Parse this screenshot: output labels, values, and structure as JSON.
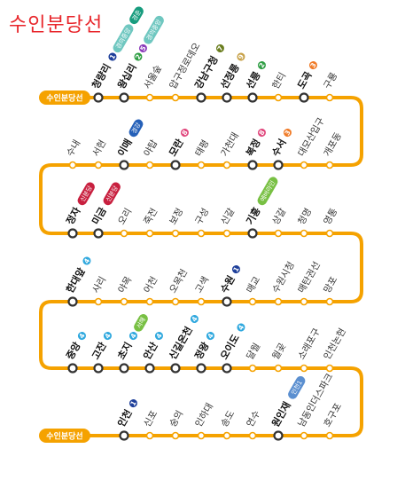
{
  "title": "수인분당선",
  "line_color": "#f5a200",
  "terminals": [
    {
      "label": "수인분당선",
      "row": 0
    },
    {
      "label": "수인분당선",
      "row": 5
    }
  ],
  "rows": [
    [
      {
        "name": "청량리",
        "transfer": true,
        "badges": [
          {
            "t": "1",
            "c": "#1e3f9a"
          }
        ],
        "pills": [
          {
            "t": "경의중앙",
            "c": "#6fc7c0"
          },
          {
            "t": "경춘",
            "c": "#179c7e"
          }
        ]
      },
      {
        "name": "왕십리",
        "transfer": true,
        "badges": [
          {
            "t": "2",
            "c": "#2f9e44"
          },
          {
            "t": "5",
            "c": "#8a3ab9"
          }
        ],
        "pills": [
          {
            "t": "경의중앙",
            "c": "#6fc7c0"
          }
        ]
      },
      {
        "name": "서울숲",
        "transfer": false
      },
      {
        "name": "압구정로데오",
        "transfer": false
      },
      {
        "name": "강남구청",
        "transfer": true,
        "badges": [
          {
            "t": "7",
            "c": "#6a7d1e"
          }
        ]
      },
      {
        "name": "선정릉",
        "transfer": true,
        "badges": [
          {
            "t": "9",
            "c": "#c8a24a"
          }
        ]
      },
      {
        "name": "선릉",
        "transfer": true,
        "badges": [
          {
            "t": "2",
            "c": "#2f9e44"
          }
        ]
      },
      {
        "name": "한티",
        "transfer": false
      },
      {
        "name": "도곡",
        "transfer": true,
        "badges": [
          {
            "t": "3",
            "c": "#f07a26"
          }
        ]
      },
      {
        "name": "구룡",
        "transfer": false
      }
    ],
    [
      {
        "name": "수내",
        "transfer": false
      },
      {
        "name": "서현",
        "transfer": false
      },
      {
        "name": "이매",
        "transfer": true,
        "pills": [
          {
            "t": "경강",
            "c": "#2560b8"
          }
        ]
      },
      {
        "name": "야탑",
        "transfer": false
      },
      {
        "name": "모란",
        "transfer": true,
        "badges": [
          {
            "t": "8",
            "c": "#e0457b"
          }
        ]
      },
      {
        "name": "태평",
        "transfer": false
      },
      {
        "name": "가천대",
        "transfer": false
      },
      {
        "name": "복정",
        "transfer": true,
        "badges": [
          {
            "t": "8",
            "c": "#e0457b"
          }
        ]
      },
      {
        "name": "수서",
        "transfer": true,
        "badges": [
          {
            "t": "3",
            "c": "#f07a26"
          }
        ]
      },
      {
        "name": "대모산입구",
        "transfer": false
      },
      {
        "name": "개포동",
        "transfer": false
      }
    ],
    [
      {
        "name": "정자",
        "transfer": true,
        "pills": [
          {
            "t": "신분당",
            "c": "#c8203f"
          }
        ]
      },
      {
        "name": "미금",
        "transfer": true,
        "pills": [
          {
            "t": "신분당",
            "c": "#c8203f"
          }
        ]
      },
      {
        "name": "오리",
        "transfer": false
      },
      {
        "name": "죽전",
        "transfer": false
      },
      {
        "name": "보정",
        "transfer": false
      },
      {
        "name": "구성",
        "transfer": false
      },
      {
        "name": "신갈",
        "transfer": false
      },
      {
        "name": "기흥",
        "transfer": true,
        "pills": [
          {
            "t": "에버라인",
            "c": "#78c043"
          }
        ]
      },
      {
        "name": "상갈",
        "transfer": false
      },
      {
        "name": "청명",
        "transfer": false
      },
      {
        "name": "영통",
        "transfer": false
      }
    ],
    [
      {
        "name": "한대앞",
        "transfer": true,
        "badges": [
          {
            "t": "4",
            "c": "#2fa8de"
          }
        ]
      },
      {
        "name": "사리",
        "transfer": false
      },
      {
        "name": "야목",
        "transfer": false
      },
      {
        "name": "어천",
        "transfer": false
      },
      {
        "name": "오목천",
        "transfer": false
      },
      {
        "name": "고색",
        "transfer": false
      },
      {
        "name": "수원",
        "transfer": true,
        "badges": [
          {
            "t": "1",
            "c": "#1e3f9a"
          }
        ]
      },
      {
        "name": "매교",
        "transfer": false
      },
      {
        "name": "수원시청",
        "transfer": false
      },
      {
        "name": "매탄권선",
        "transfer": false
      },
      {
        "name": "망포",
        "transfer": false
      }
    ],
    [
      {
        "name": "중앙",
        "transfer": true,
        "badges": [
          {
            "t": "4",
            "c": "#2fa8de"
          }
        ]
      },
      {
        "name": "고잔",
        "transfer": true,
        "badges": [
          {
            "t": "4",
            "c": "#2fa8de"
          }
        ]
      },
      {
        "name": "초지",
        "transfer": true,
        "badges": [
          {
            "t": "4",
            "c": "#2fa8de"
          }
        ],
        "pills": [
          {
            "t": "서해",
            "c": "#78c043"
          }
        ]
      },
      {
        "name": "안산",
        "transfer": true,
        "badges": [
          {
            "t": "4",
            "c": "#2fa8de"
          }
        ]
      },
      {
        "name": "신길온천",
        "transfer": true,
        "badges": [
          {
            "t": "4",
            "c": "#2fa8de"
          }
        ]
      },
      {
        "name": "정왕",
        "transfer": true,
        "badges": [
          {
            "t": "4",
            "c": "#2fa8de"
          }
        ]
      },
      {
        "name": "오이도",
        "transfer": true,
        "badges": [
          {
            "t": "4",
            "c": "#2fa8de"
          }
        ]
      },
      {
        "name": "달월",
        "transfer": false
      },
      {
        "name": "월곶",
        "transfer": false
      },
      {
        "name": "소래포구",
        "transfer": false
      },
      {
        "name": "인천논현",
        "transfer": false
      }
    ],
    [
      {
        "name": "인천",
        "transfer": true,
        "badges": [
          {
            "t": "1",
            "c": "#1e3f9a"
          }
        ]
      },
      {
        "name": "신포",
        "transfer": false
      },
      {
        "name": "숭의",
        "transfer": false
      },
      {
        "name": "인하대",
        "transfer": false
      },
      {
        "name": "송도",
        "transfer": false
      },
      {
        "name": "연수",
        "transfer": false
      },
      {
        "name": "원인재",
        "transfer": true,
        "pills": [
          {
            "t": "인천1",
            "c": "#5b8fd0"
          }
        ]
      },
      {
        "name": "남동인더스파크",
        "transfer": false
      },
      {
        "name": "호구포",
        "transfer": false
      }
    ]
  ]
}
